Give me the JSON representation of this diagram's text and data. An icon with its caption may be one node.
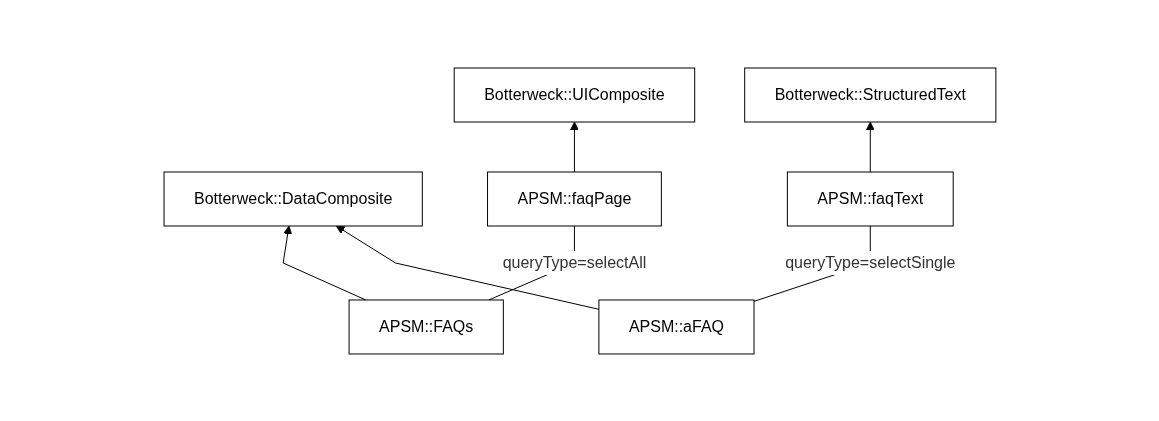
{
  "diagram": {
    "nodes": [
      {
        "text": [
          "APSM::FAQs"
        ]
      },
      {
        "text": [
          "Botterweck::UIComposite"
        ]
      },
      {
        "text": [
          "Botterweck::StructuredText"
        ]
      },
      {
        "text": [
          "Botterweck::DataComposite"
        ]
      },
      {
        "text": [
          "APSM::faqPage"
        ]
      },
      {
        "text": [
          "APSM::faqText"
        ]
      },
      {
        "text": [
          "APSM::aFAQ"
        ]
      }
    ],
    "edges": [
      {
        "from": 0,
        "to": 3,
        "arrow": "to"
      },
      {
        "from": 4,
        "to": 1,
        "arrow": "to"
      },
      {
        "from": 5,
        "to": 2,
        "arrow": "to"
      },
      {
        "from": 0,
        "to": 4,
        "arrow": "none",
        "label": "queryType=selectAll"
      },
      {
        "from": 6,
        "to": 3,
        "arrow": "to"
      },
      {
        "from": 6,
        "to": 5,
        "arrow": "none",
        "label": "queryType=selectSingle"
      }
    ]
  }
}
